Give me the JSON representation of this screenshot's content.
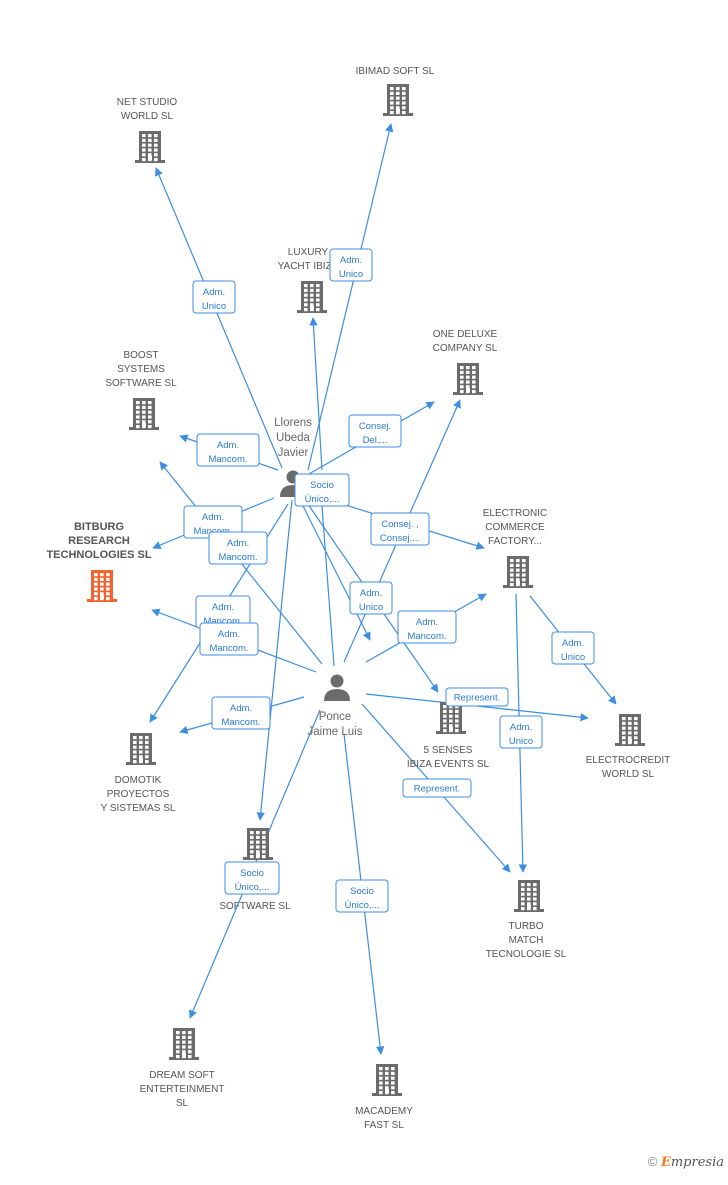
{
  "colors": {
    "edge": "#3d8ee0",
    "building": "#6b6b6b",
    "highlight": "#f4622d",
    "person": "#6b6b6b"
  },
  "footer": {
    "copyright": "©",
    "brand_first": "E",
    "brand_rest": "mpresia"
  },
  "nodes": [
    {
      "id": "ibimad",
      "type": "company",
      "lines": [
        "IBIMAD SOFT  SL"
      ]
    },
    {
      "id": "netstudio",
      "type": "company",
      "lines": [
        "NET STUDIO",
        "WORLD SL"
      ]
    },
    {
      "id": "luxury",
      "type": "company",
      "lines": [
        "LUXURY",
        "YACHT IBIZA"
      ]
    },
    {
      "id": "onedeluxe",
      "type": "company",
      "lines": [
        "ONE DELUXE",
        "COMPANY  SL"
      ]
    },
    {
      "id": "boost",
      "type": "company",
      "lines": [
        "BOOST",
        "SYSTEMS",
        "SOFTWARE SL"
      ]
    },
    {
      "id": "bitburg",
      "type": "company",
      "highlight": true,
      "lines": [
        "BITBURG",
        "RESEARCH",
        "TECHNOLOGIES SL"
      ]
    },
    {
      "id": "electronic",
      "type": "company",
      "lines": [
        "ELECTRONIC",
        "COMMERCE",
        "FACTORY..."
      ]
    },
    {
      "id": "llorens",
      "type": "person",
      "lines": [
        "Llorens",
        "Ubeda",
        "Javier"
      ]
    },
    {
      "id": "ponce",
      "type": "person",
      "lines": [
        "Ponce",
        "Jaime Luis"
      ]
    },
    {
      "id": "fivesenses",
      "type": "company",
      "lines": [
        "5 SENSES",
        "IBIZA EVENTS SL"
      ]
    },
    {
      "id": "electrocredit",
      "type": "company",
      "lines": [
        "ELECTROCREDIT",
        "WORLD SL"
      ]
    },
    {
      "id": "domotik",
      "type": "company",
      "lines": [
        "DOMOTIK",
        "PROYECTOS",
        "Y SISTEMAS SL"
      ]
    },
    {
      "id": "software",
      "type": "company",
      "lines": [
        "SOFTWARE  SL"
      ]
    },
    {
      "id": "turbo",
      "type": "company",
      "lines": [
        "TURBO",
        "MATCH",
        "TECNOLOGIE SL"
      ]
    },
    {
      "id": "dreamsoft",
      "type": "company",
      "lines": [
        "DREAM SOFT",
        "ENTERTEINMENT",
        "SL"
      ]
    },
    {
      "id": "macademy",
      "type": "company",
      "lines": [
        "MACADEMY",
        "FAST  SL"
      ]
    }
  ],
  "edges": [
    {
      "from": "llorens",
      "to": "netstudio",
      "label": [
        "Adm.",
        "Unico"
      ]
    },
    {
      "from": "llorens",
      "to": "ibimad",
      "label": [
        "Adm.",
        "Unico"
      ]
    },
    {
      "from": "llorens",
      "to": "luxury",
      "label": []
    },
    {
      "from": "llorens",
      "to": "onedeluxe",
      "label": [
        "Consej.",
        "Del...."
      ]
    },
    {
      "from": "llorens",
      "to": "boost",
      "label": [
        "Adm.",
        "Mancom."
      ]
    },
    {
      "from": "llorens",
      "to": "bitburg",
      "label": [
        "Adm.",
        "Mancom."
      ]
    },
    {
      "from": "llorens",
      "to": "electronic",
      "label": [
        "Consej. ,",
        "Consej...."
      ]
    },
    {
      "from": "llorens",
      "to": "fivesenses",
      "label": []
    },
    {
      "from": "llorens",
      "to": "domotik",
      "label": [
        "Adm.",
        "Mancom."
      ]
    },
    {
      "from": "llorens",
      "to": "software",
      "label": [
        "Socio",
        "Único,..."
      ]
    },
    {
      "from": "ponce",
      "to": "luxury",
      "label": []
    },
    {
      "from": "ponce",
      "to": "onedeluxe",
      "label": []
    },
    {
      "from": "ponce",
      "to": "boost",
      "label": [
        "Adm.",
        "Mancom."
      ]
    },
    {
      "from": "ponce",
      "to": "bitburg",
      "label": [
        "Adm.",
        "Mancom."
      ]
    },
    {
      "from": "ponce",
      "to": "electronic",
      "label": [
        "Adm.",
        "Mancom."
      ]
    },
    {
      "from": "ponce",
      "to": "electrocredit",
      "label": [
        "Represent."
      ]
    },
    {
      "from": "ponce",
      "to": "domotik",
      "label": [
        "Adm.",
        "Mancom."
      ]
    },
    {
      "from": "ponce",
      "to": "turbo",
      "label": [
        "Represent."
      ]
    },
    {
      "from": "ponce",
      "to": "macademy",
      "label": [
        "Socio",
        "Único,..."
      ]
    },
    {
      "from": "ponce",
      "to": "dreamsoft",
      "label": [
        "Socio",
        "Único,..."
      ]
    },
    {
      "from": "electronic",
      "to": "electrocredit",
      "label": [
        "Adm.",
        "Unico"
      ]
    },
    {
      "from": "electronic",
      "to": "turbo",
      "label": [
        "Adm.",
        "Unico"
      ]
    },
    {
      "from": "llorens",
      "to": "ponce",
      "label": [
        "Adm.",
        "Unico"
      ]
    }
  ]
}
